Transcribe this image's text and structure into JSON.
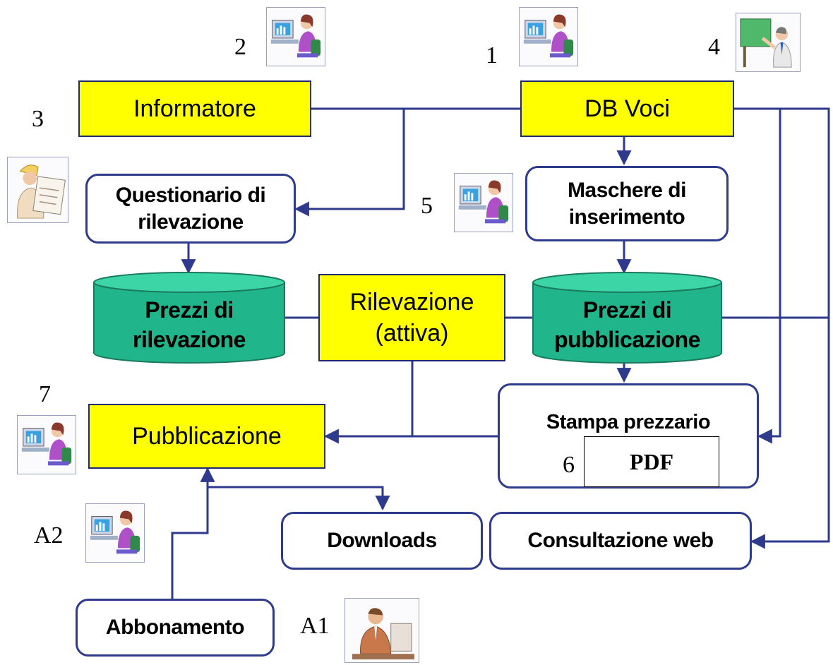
{
  "nodes": {
    "informatore": "Informatore",
    "db_voci": "DB Voci",
    "questionario_line1": "Questionario di",
    "questionario_line2": "rilevazione",
    "maschere_line1": "Maschere di",
    "maschere_line2": "inserimento",
    "prezzi_rilevazione_line1": "Prezzi di",
    "prezzi_rilevazione_line2": "rilevazione",
    "rilevazione_line1": "Rilevazione",
    "rilevazione_line2": "(attiva)",
    "prezzi_pubblicazione_line1": "Prezzi di",
    "prezzi_pubblicazione_line2": "pubblicazione",
    "pubblicazione": "Pubblicazione",
    "stampa_prezzario": "Stampa prezzario",
    "pdf": "PDF",
    "downloads": "Downloads",
    "consultazione_web": "Consultazione web",
    "abbonamento": "Abbonamento"
  },
  "step_numbers": {
    "n1": "1",
    "n2": "2",
    "n3": "3",
    "n4": "4",
    "n5": "5",
    "n6": "6",
    "n7": "7",
    "a1": "A1",
    "a2": "A2"
  },
  "icons": {
    "operator": "computer-operator-icon",
    "supervisor": "presenter-icon",
    "surveyor": "engineer-with-plans-icon",
    "subscriber": "businessman-at-desk-icon"
  },
  "colors": {
    "process_box": "#ffff00",
    "database": "#21b58c",
    "connector": "#2e3a8c"
  }
}
